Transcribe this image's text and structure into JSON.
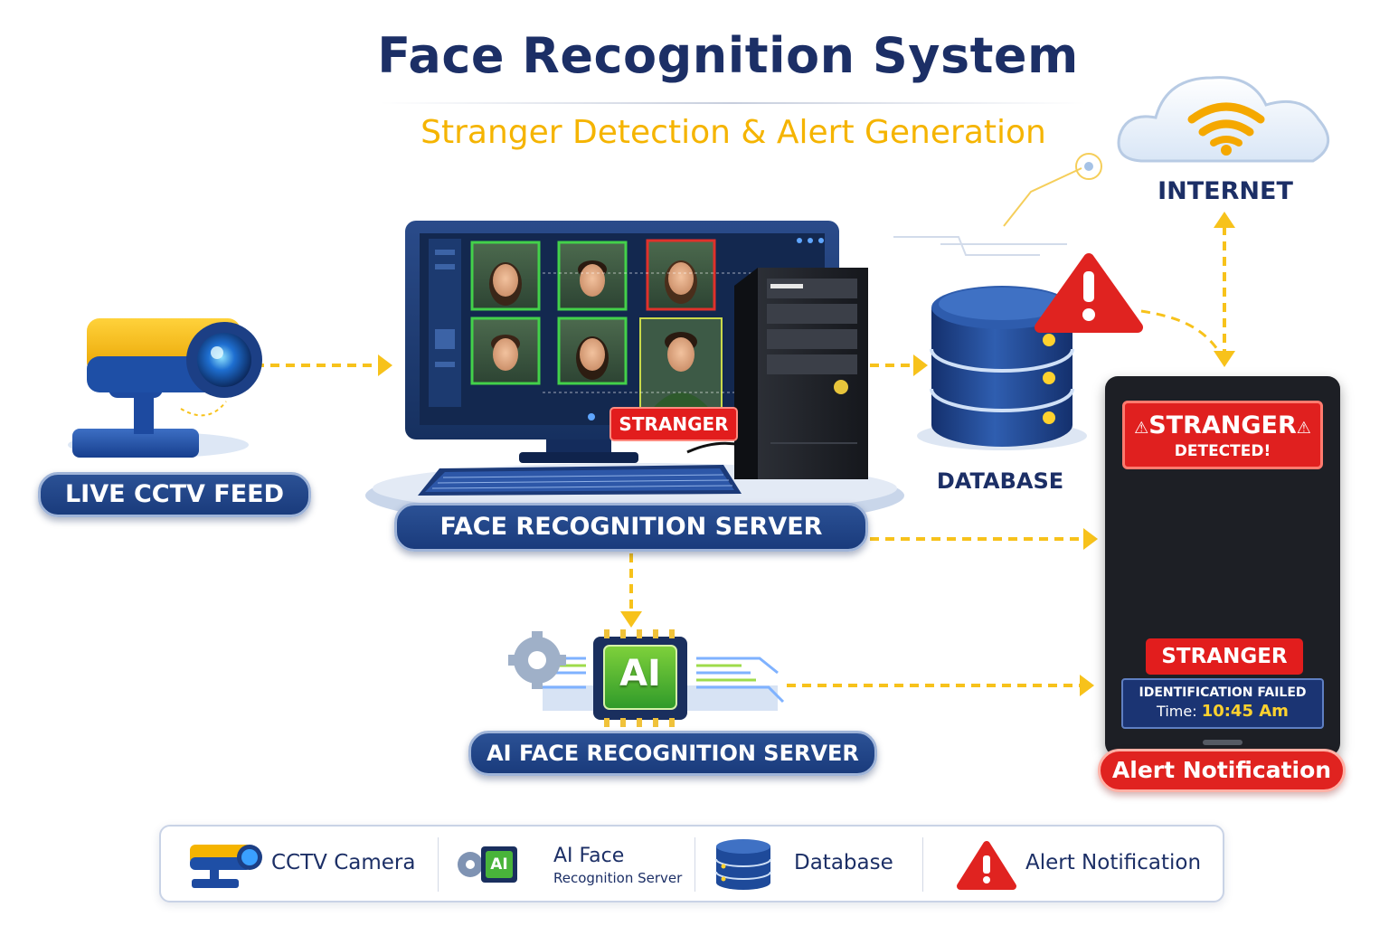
{
  "header": {
    "title": "Face Recognition System",
    "subtitle": "Stranger Detection & Alert Generation"
  },
  "nodes": {
    "cctv": {
      "label": "LIVE CCTV FEED"
    },
    "server": {
      "label": "FACE RECOGNITION SERVER",
      "stranger_tag": "STRANGER"
    },
    "database": {
      "label": "DATABASE"
    },
    "internet": {
      "label": "INTERNET"
    },
    "ai_server": {
      "label": "AI FACE RECOGNITION SERVER",
      "chip_text": "AI"
    }
  },
  "phone": {
    "banner_title": "STRANGER",
    "banner_subtitle": "DETECTED!",
    "stranger_tag": "STRANGER",
    "id_status": "IDENTIFICATION FAILED",
    "time_label": "Time:",
    "time_value": "10:45 Am",
    "caption": "Alert Notification"
  },
  "legend": {
    "items": [
      {
        "label": "CCTV Camera",
        "icon": "cctv-camera-icon"
      },
      {
        "label": "AI Face",
        "sublabel": "Recognition Server",
        "icon_text": "AI",
        "icon": "ai-chip-icon"
      },
      {
        "label": "Database",
        "icon": "database-icon"
      },
      {
        "label": "Alert Notification",
        "icon": "alert-icon"
      }
    ]
  },
  "colors": {
    "navy": "#1c2f66",
    "accent_yellow": "#f5b400",
    "alert_red": "#e21d1d",
    "pill_blue": "#1f4386",
    "ai_green": "#3fae3a"
  }
}
